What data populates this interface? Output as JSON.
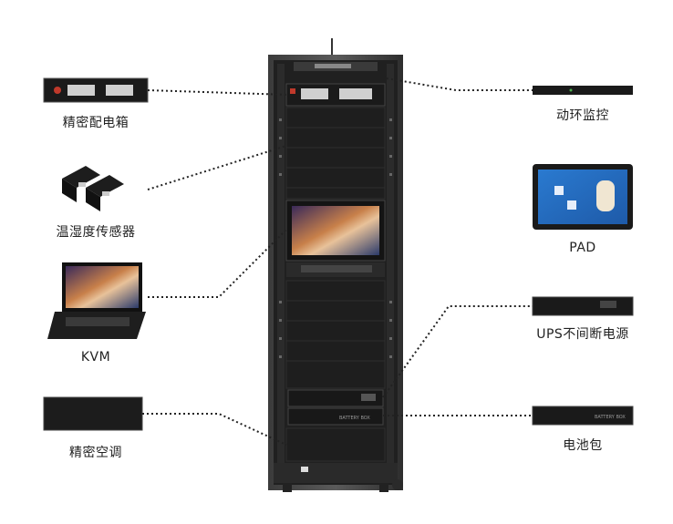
{
  "labels": {
    "pdu": "精密配电箱",
    "sensor": "温湿度传感器",
    "kvm": "KVM",
    "ac": "精密空调",
    "env_monitor": "动环监控",
    "pad": "PAD",
    "ups": "UPS不间断电源",
    "battery": "电池包"
  },
  "device_text": {
    "battery_panel": "BATTERY BOX"
  },
  "colors": {
    "rack_frame": "#2a2a2a",
    "rack_panel": "#1c1c1c",
    "rack_edge": "#3a3a3a",
    "leader": "#222222"
  }
}
